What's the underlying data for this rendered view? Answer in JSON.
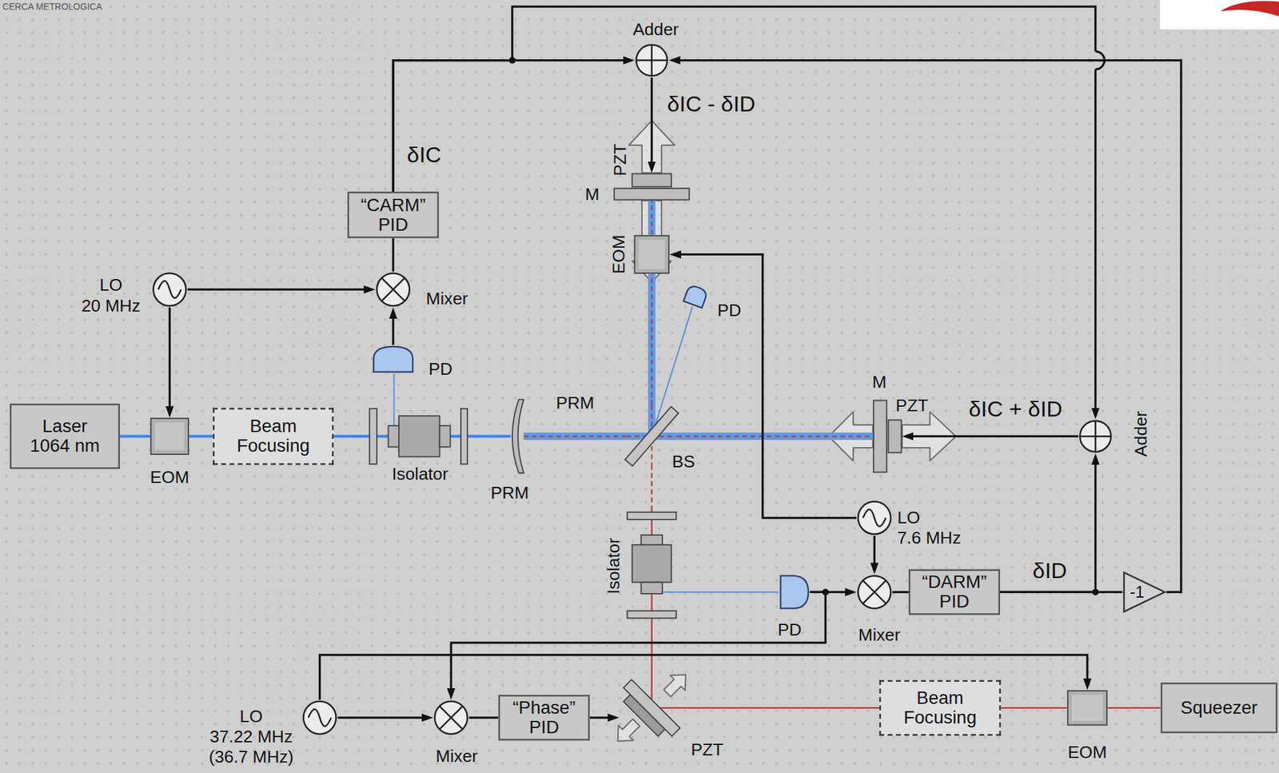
{
  "diagram": {
    "nodes": [
      {
        "text": [
          "Laser 1064 nm"
        ]
      },
      {
        "text": [
          "EOM"
        ]
      },
      {
        "text": [
          "Beam Focusing"
        ]
      },
      {
        "text": [
          "Isolator"
        ]
      },
      {
        "text": [
          "PD"
        ]
      },
      {
        "text": [
          "Mixer"
        ]
      },
      {
        "text": [
          "LO 20 MHz"
        ]
      },
      {
        "text": [
          "“CARM” PID"
        ]
      },
      {
        "text": [
          "Adder"
        ]
      },
      {
        "text": [
          "PRM"
        ]
      },
      {
        "text": [
          "BS"
        ]
      },
      {
        "text": [
          "PZT"
        ]
      },
      {
        "text": [
          "M"
        ]
      },
      {
        "text": [
          "EOM"
        ]
      },
      {
        "text": [
          "PD"
        ]
      },
      {
        "text": [
          "M"
        ]
      },
      {
        "text": [
          "PZT"
        ]
      },
      {
        "text": [
          "Adder"
        ]
      },
      {
        "text": [
          "Isolator"
        ]
      },
      {
        "text": [
          "PD"
        ]
      },
      {
        "text": [
          "LO 7.6 MHz"
        ]
      },
      {
        "text": [
          "Mixer"
        ]
      },
      {
        "text": [
          "“DARM” PID"
        ]
      },
      {
        "text": [
          "-1"
        ]
      },
      {
        "text": [
          "LO 37.22 MHz (36.7 MHz)"
        ]
      },
      {
        "text": [
          "Mixer"
        ]
      },
      {
        "text": [
          "“Phase” PID"
        ]
      },
      {
        "text": [
          "PZT"
        ]
      },
      {
        "text": [
          "Beam Focusing"
        ]
      },
      {
        "text": [
          "EOM"
        ]
      },
      {
        "text": [
          "Squeezer"
        ]
      }
    ],
    "edges": [
      {
        "from": 0,
        "to": 1,
        "arrow": "none"
      },
      {
        "from": 1,
        "to": 2,
        "arrow": "none"
      },
      {
        "from": 2,
        "to": 3,
        "arrow": "none"
      },
      {
        "from": 3,
        "to": 9,
        "arrow": "none"
      },
      {
        "from": 9,
        "to": 10,
        "arrow": "none"
      },
      {
        "from": 10,
        "to": 13,
        "arrow": "none"
      },
      {
        "from": 13,
        "to": 12,
        "arrow": "none"
      },
      {
        "from": 10,
        "to": 15,
        "arrow": "none"
      },
      {
        "from": 18,
        "to": 10,
        "arrow": "none"
      },
      {
        "from": 27,
        "to": 18,
        "arrow": "none"
      },
      {
        "from": 30,
        "to": 29,
        "arrow": "none"
      },
      {
        "from": 29,
        "to": 28,
        "arrow": "none"
      },
      {
        "from": 28,
        "to": 27,
        "arrow": "none"
      },
      {
        "from": 3,
        "to": 4,
        "arrow": "none"
      },
      {
        "from": 10,
        "to": 14,
        "arrow": "none"
      },
      {
        "from": 18,
        "to": 19,
        "arrow": "none"
      },
      {
        "from": 6,
        "to": 1,
        "arrow": "to"
      },
      {
        "from": 6,
        "to": 5,
        "arrow": "to"
      },
      {
        "from": 4,
        "to": 5,
        "arrow": "to"
      },
      {
        "from": 5,
        "to": 7,
        "arrow": "none"
      },
      {
        "from": 7,
        "to": 8,
        "arrow": "to"
      },
      {
        "from": 7,
        "to": 17,
        "arrow": "to"
      },
      {
        "from": 8,
        "to": 11,
        "arrow": "to",
        "label": "δIC - δID"
      },
      {
        "from": 22,
        "to": 23,
        "arrow": "none"
      },
      {
        "from": 22,
        "to": 17,
        "arrow": "to"
      },
      {
        "from": 23,
        "to": 8,
        "arrow": "to"
      },
      {
        "from": 17,
        "to": 16,
        "arrow": "to",
        "label": "δIC + δID"
      },
      {
        "from": 20,
        "to": 13,
        "arrow": "to"
      },
      {
        "from": 20,
        "to": 21,
        "arrow": "to"
      },
      {
        "from": 19,
        "to": 21,
        "arrow": "to"
      },
      {
        "from": 19,
        "to": 25,
        "arrow": "to"
      },
      {
        "from": 21,
        "to": 22,
        "arrow": "none"
      },
      {
        "from": 24,
        "to": 25,
        "arrow": "to"
      },
      {
        "from": 24,
        "to": 29,
        "arrow": "to"
      },
      {
        "from": 25,
        "to": 26,
        "arrow": "none"
      },
      {
        "from": 26,
        "to": 27,
        "arrow": "to"
      }
    ],
    "labels": [
      "CERCA METROLOGICA",
      "δIC",
      "PRM",
      "δID"
    ]
  }
}
